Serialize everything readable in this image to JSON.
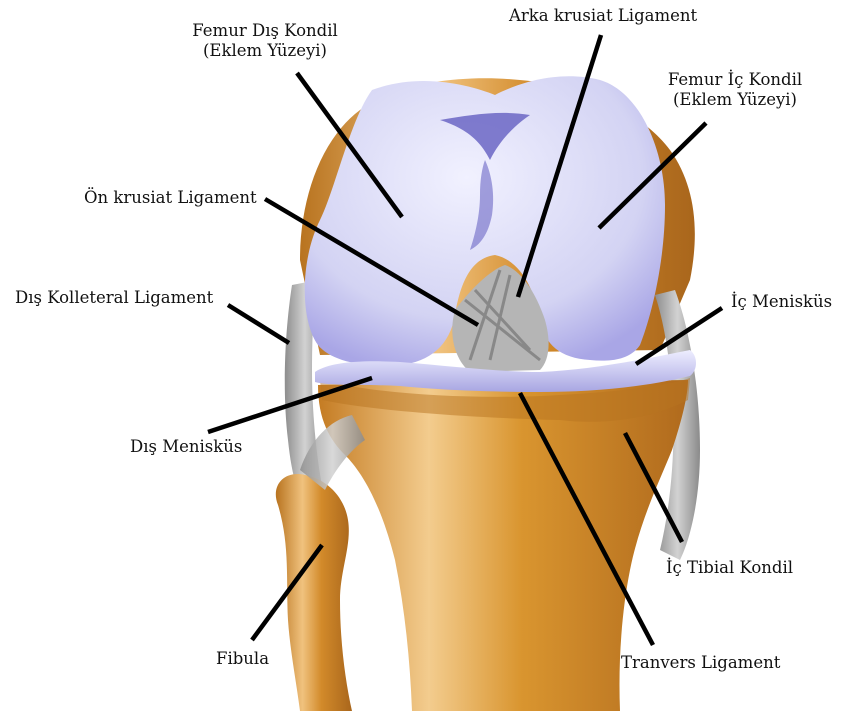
{
  "labels": {
    "femur_dis_kondil": [
      "Femur Dış Kondil",
      "(Eklem Yüzeyi)"
    ],
    "arka_krusiat": "Arka krusiat Ligament",
    "femur_ic_kondil": [
      "Femur İç Kondil",
      "(Eklem Yüzeyi)"
    ],
    "on_krusiat": "Ön krusiat Ligament",
    "dis_kolleteral": "Dış Kolleteral Ligament",
    "ic_menisk": "İç Menisküs",
    "dis_menisk": "Dış Menisküs",
    "ic_tibial": "İç Tibial Kondil",
    "fibula": "Fibula",
    "tranvers": "Tranvers Ligament"
  },
  "colors": {
    "bone": "#d9962f",
    "bone_dark": "#a8651a",
    "bone_light": "#f2c98a",
    "cartilage": "#dcdcf5",
    "cartilage_shadow": "#6b66c4",
    "ligament": "#a9a9a9",
    "leader": "#000000"
  }
}
